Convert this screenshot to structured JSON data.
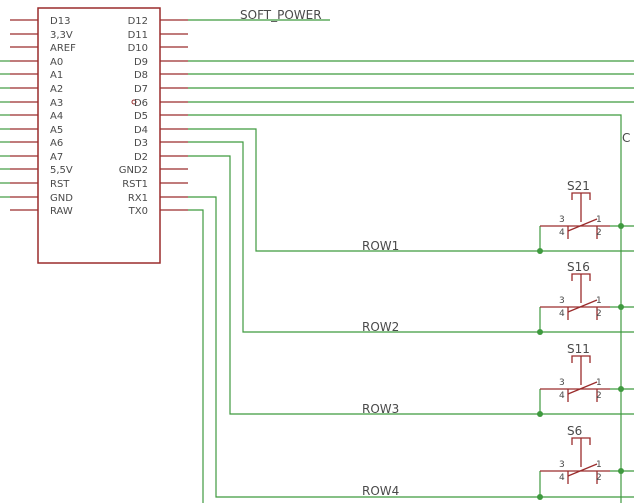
{
  "schematic": {
    "chip": {
      "left_pins": [
        "D13",
        "3,3V",
        "AREF",
        "A0",
        "A1",
        "A2",
        "A3",
        "A4",
        "A5",
        "A6",
        "A7",
        "5,5V",
        "RST",
        "GND",
        "RAW"
      ],
      "right_pins": [
        "D12",
        "D11",
        "D10",
        "D9",
        "D8",
        "D7",
        "D6",
        "D5",
        "D4",
        "D3",
        "D2",
        "GND2",
        "RST1",
        "RX1",
        "TX0"
      ]
    },
    "net_labels": {
      "soft_power": "SOFT_POWER",
      "partial_edge": "C",
      "row1": "ROW1",
      "row2": "ROW2",
      "row3": "ROW3",
      "row4": "ROW4"
    },
    "switches": [
      {
        "name": "S21",
        "pins": [
          "3",
          "1",
          "4",
          "2"
        ]
      },
      {
        "name": "S16",
        "pins": [
          "3",
          "1",
          "4",
          "2"
        ]
      },
      {
        "name": "S11",
        "pins": [
          "3",
          "1",
          "4",
          "2"
        ]
      },
      {
        "name": "S6",
        "pins": [
          "3",
          "1",
          "4",
          "2"
        ]
      }
    ],
    "colors": {
      "wire": "#3f9a3f",
      "component": "#9a2c2c",
      "text": "#4a4a4a",
      "junction": "#3f9a3f"
    }
  }
}
